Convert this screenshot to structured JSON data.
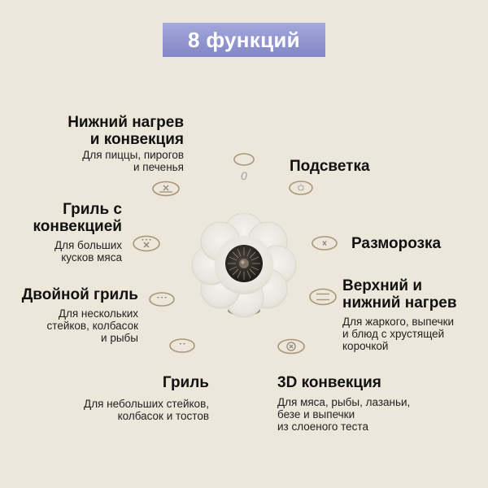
{
  "header": {
    "title": "8 функций",
    "badge_color": "#8e93d0"
  },
  "colors": {
    "background": "#ede6db",
    "icon_stroke": "#a8977a",
    "text": "#111111"
  },
  "center_image": {
    "name": "white-flower-ceramic-knob",
    "description": "белая керамическая ручка в форме цветка с тёмной металлической вставкой"
  },
  "functions": [
    {
      "title_line1": "Нижний нагрев",
      "title_line2": "и конвекция",
      "desc_line1": "Для пиццы, пирогов",
      "desc_line2": "и печенья",
      "icon": "bottom-heat-fan-icon"
    },
    {
      "title_line1": "Подсветка",
      "icon": "lamp-icon"
    },
    {
      "title_line1": "Гриль с",
      "title_line2": "конвекцией",
      "desc_line1": "Для больших",
      "desc_line2": "кусков мяса",
      "icon": "grill-fan-icon"
    },
    {
      "title_line1": "Разморозка",
      "icon": "defrost-icon"
    },
    {
      "title_line1": "Двойной гриль",
      "desc_line1": "Для нескольких",
      "desc_line2": "стейков, колбасок",
      "desc_line3": "и рыбы",
      "icon": "double-grill-icon"
    },
    {
      "title_line1": "Верхний и",
      "title_line2": "нижний нагрев",
      "desc_line1": "Для жаркого, выпечки",
      "desc_line2": "и блюд с хрустящей",
      "desc_line3": "корочкой",
      "icon": "top-bottom-heat-icon"
    },
    {
      "title_line1": "Гриль",
      "desc_line1": "Для небольших стейков,",
      "desc_line2": "колбасок и тостов",
      "icon": "grill-icon"
    },
    {
      "title_line1": "3D конвекция",
      "desc_line1": "Для мяса, рыбы, лазаньи,",
      "desc_line2": "безе и выпечки",
      "desc_line3": "из слоеного теста",
      "icon": "3d-convection-icon"
    }
  ],
  "off_position": {
    "label": "0",
    "icon": "off-position-icon"
  }
}
